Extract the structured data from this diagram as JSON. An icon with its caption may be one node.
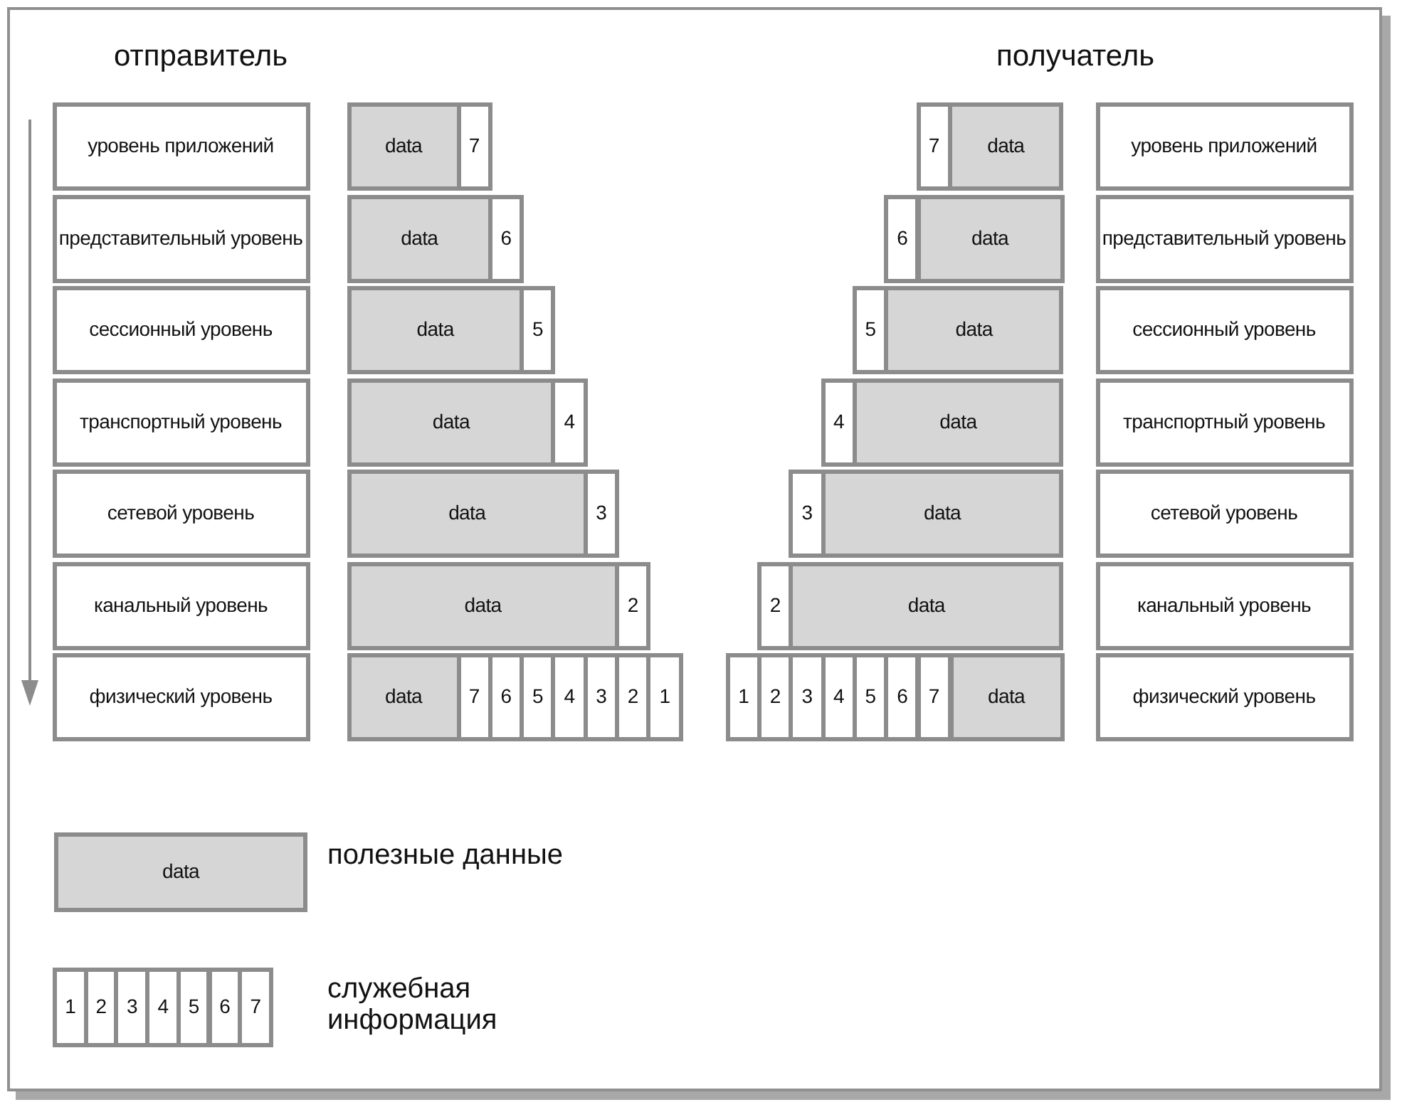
{
  "diagram": {
    "nodes": [
      {
        "text": [
          "уровень приложений"
        ]
      },
      {
        "text": [
          "data"
        ]
      },
      {
        "text": [
          "7"
        ]
      },
      {
        "text": [
          "7"
        ]
      },
      {
        "text": [
          "data"
        ]
      },
      {
        "text": [
          "уровень приложений"
        ]
      },
      {
        "text": [
          "представительный уровень"
        ]
      },
      {
        "text": [
          "data"
        ]
      },
      {
        "text": [
          "6"
        ]
      },
      {
        "text": [
          "6"
        ]
      },
      {
        "text": [
          "data"
        ]
      },
      {
        "text": [
          "представительный уровень"
        ]
      },
      {
        "text": [
          "сессионный уровень"
        ]
      },
      {
        "text": [
          "data"
        ]
      },
      {
        "text": [
          "5"
        ]
      },
      {
        "text": [
          "5"
        ]
      },
      {
        "text": [
          "data"
        ]
      },
      {
        "text": [
          "сессионный уровень"
        ]
      },
      {
        "text": [
          "транспортный уровень"
        ]
      },
      {
        "text": [
          "data"
        ]
      },
      {
        "text": [
          "4"
        ]
      },
      {
        "text": [
          "4"
        ]
      },
      {
        "text": [
          "data"
        ]
      },
      {
        "text": [
          "транспортный уровень"
        ]
      },
      {
        "text": [
          "сетевой уровень"
        ]
      },
      {
        "text": [
          "data"
        ]
      },
      {
        "text": [
          "3"
        ]
      },
      {
        "text": [
          "3"
        ]
      },
      {
        "text": [
          "data"
        ]
      },
      {
        "text": [
          "сетевой уровень"
        ]
      },
      {
        "text": [
          "канальный уровень"
        ]
      },
      {
        "text": [
          "data"
        ]
      },
      {
        "text": [
          "2"
        ]
      },
      {
        "text": [
          "2"
        ]
      },
      {
        "text": [
          "data"
        ]
      },
      {
        "text": [
          "канальный уровень"
        ]
      },
      {
        "text": [
          "физический уровень"
        ]
      },
      {
        "text": [
          "data"
        ]
      },
      {
        "text": [
          "7"
        ]
      },
      {
        "text": [
          "6"
        ]
      },
      {
        "text": [
          "5"
        ]
      },
      {
        "text": [
          "4"
        ]
      },
      {
        "text": [
          "3"
        ]
      },
      {
        "text": [
          "2"
        ]
      },
      {
        "text": [
          "1"
        ]
      },
      {
        "text": [
          "1"
        ]
      },
      {
        "text": [
          "2"
        ]
      },
      {
        "text": [
          "3"
        ]
      },
      {
        "text": [
          "4"
        ]
      },
      {
        "text": [
          "5"
        ]
      },
      {
        "text": [
          "6"
        ]
      },
      {
        "text": [
          "7"
        ]
      },
      {
        "text": [
          "data"
        ]
      },
      {
        "text": [
          "физический уровень"
        ]
      }
    ],
    "labels": [
      "отправитель",
      "получатель",
      "data",
      "1",
      "2",
      "3",
      "4",
      "5",
      "6",
      "7"
    ],
    "legend": [
      {
        "text": "полезные данные",
        "color": "#d6d6d6"
      },
      {
        "text": "служебная информация"
      }
    ]
  }
}
